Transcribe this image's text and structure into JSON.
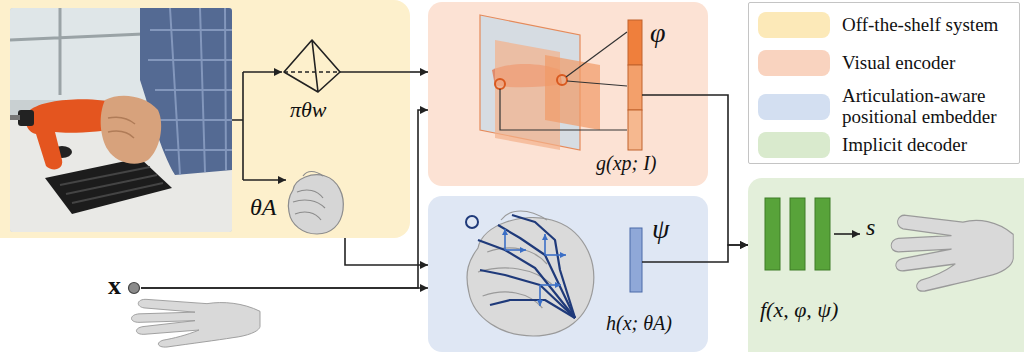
{
  "diagram": {
    "nodes": [
      {
        "text": [
          "πθw",
          "θA"
        ]
      },
      {
        "text": [
          "φ",
          "g(xp; I)"
        ]
      },
      {
        "text": [
          "ψ",
          "h(x; θA)"
        ]
      },
      {
        "text": [
          "x"
        ]
      },
      {
        "text": [
          "s",
          "f(x, φ, ψ)"
        ]
      }
    ],
    "edges": [
      {
        "from": 0,
        "to": 1,
        "arrow": "to"
      },
      {
        "from": 0,
        "to": 2,
        "arrow": "to"
      },
      {
        "from": 3,
        "to": 1,
        "arrow": "to"
      },
      {
        "from": 3,
        "to": 2,
        "arrow": "to"
      },
      {
        "from": 1,
        "to": 4,
        "arrow": "to"
      },
      {
        "from": 2,
        "to": 4,
        "arrow": "to"
      }
    ],
    "legend": [
      {
        "text": "Off-the-shelf system",
        "color": "#fce9b8"
      },
      {
        "text": "Visual encoder",
        "color": "#f9d3bf"
      },
      {
        "text": "Articulation-aware positional embedder",
        "color": "#d3dff1"
      },
      {
        "text": "Implicit decoder",
        "color": "#d9eacd"
      }
    ]
  }
}
